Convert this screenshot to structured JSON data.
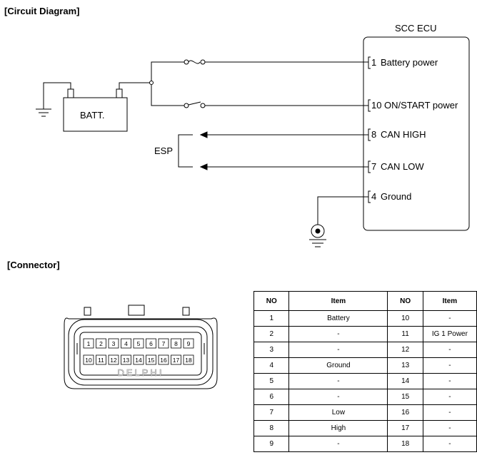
{
  "circuit_heading": "[Circuit Diagram]",
  "connector_heading": "[Connector]",
  "ecu": {
    "title": "SCC ECU",
    "pins": [
      {
        "no": "1",
        "label": "Battery power"
      },
      {
        "no": "10",
        "label": "ON/START power"
      },
      {
        "no": "8",
        "label": "CAN HIGH"
      },
      {
        "no": "7",
        "label": "CAN LOW"
      },
      {
        "no": "4",
        "label": "Ground"
      }
    ]
  },
  "battery_label": "BATT.",
  "esp_label": "ESP",
  "connector": {
    "brand": "DELPHI",
    "row1": [
      "1",
      "2",
      "3",
      "4",
      "5",
      "6",
      "7",
      "8",
      "9"
    ],
    "row2": [
      "10",
      "11",
      "12",
      "13",
      "14",
      "15",
      "16",
      "17",
      "18"
    ]
  },
  "table": {
    "headers": [
      "NO",
      "Item",
      "NO",
      "Item"
    ],
    "rows": [
      [
        "1",
        "Battery",
        "10",
        "-"
      ],
      [
        "2",
        "-",
        "11",
        "IG 1 Power"
      ],
      [
        "3",
        "-",
        "12",
        "-"
      ],
      [
        "4",
        "Ground",
        "13",
        "-"
      ],
      [
        "5",
        "-",
        "14",
        "-"
      ],
      [
        "6",
        "-",
        "15",
        "-"
      ],
      [
        "7",
        "Low",
        "16",
        "-"
      ],
      [
        "8",
        "High",
        "17",
        "-"
      ],
      [
        "9",
        "-",
        "18",
        "-"
      ]
    ]
  }
}
